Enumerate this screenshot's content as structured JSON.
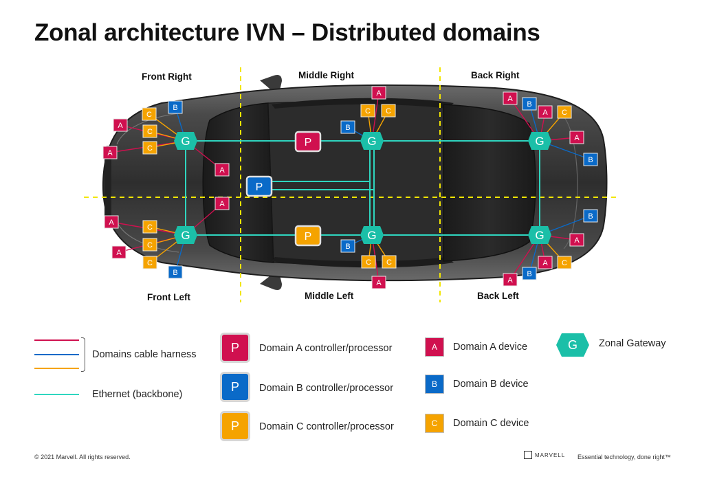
{
  "title": "Zonal architecture IVN – Distributed domains",
  "zones": {
    "front_right": "Front Right",
    "middle_right": "Middle Right",
    "back_right": "Back Right",
    "front_left": "Front Left",
    "middle_left": "Middle Left",
    "back_left": "Back Left"
  },
  "node_letters": {
    "gateway": "G",
    "processor": "P",
    "device_a": "A",
    "device_b": "B",
    "device_c": "C"
  },
  "colors": {
    "domain_a": "#d0104f",
    "domain_b": "#0a6ac8",
    "domain_c": "#f5a300",
    "ethernet": "#2fd6c0",
    "gateway": "#1bbfa8",
    "zone_divider": "#f2e600"
  },
  "legend": {
    "harness_label": "Domains cable harness",
    "ethernet_label": "Ethernet (backbone)",
    "proc_a": "Domain A controller/processor",
    "proc_b": "Domain B controller/processor",
    "proc_c": "Domain C controller/processor",
    "dev_a": "Domain A device",
    "dev_b": "Domain B device",
    "dev_c": "Domain C device",
    "gateway": "Zonal Gateway"
  },
  "footer": {
    "copyright": "© 2021 Marvell. All rights reserved.",
    "brand": "MARVELL",
    "tagline": "Essential technology, done right™"
  }
}
